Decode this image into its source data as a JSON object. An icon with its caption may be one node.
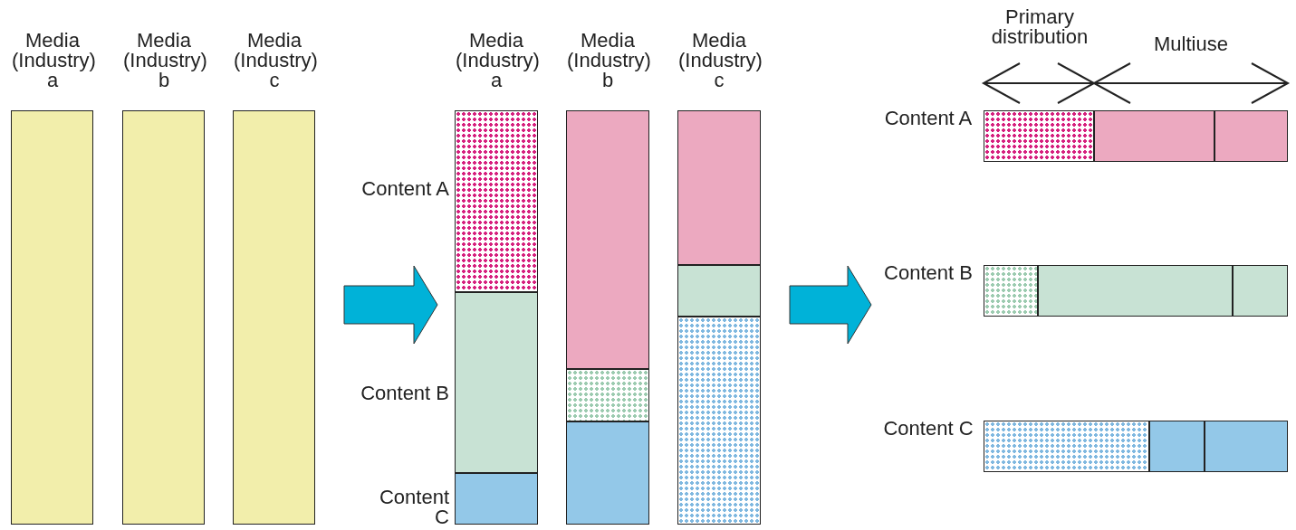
{
  "diagram": {
    "nodes": [
      {
        "text": [
          "Media (Industry) a"
        ]
      },
      {
        "text": [
          "Media (Industry) b"
        ]
      },
      {
        "text": [
          "Media (Industry) c"
        ]
      },
      {
        "text": [
          "Media (Industry) a"
        ]
      },
      {
        "text": [],
        "shape": "box",
        "in": 3
      },
      {
        "text": [],
        "shape": "box",
        "in": 3
      },
      {
        "text": [],
        "shape": "box",
        "in": 3
      },
      {
        "text": [
          "Media (Industry) b"
        ]
      },
      {
        "text": [],
        "shape": "box",
        "in": 7
      },
      {
        "text": [],
        "shape": "box",
        "in": 7
      },
      {
        "text": [],
        "shape": "box",
        "in": 7
      },
      {
        "text": [
          "Media (Industry) c"
        ]
      },
      {
        "text": [],
        "shape": "box",
        "in": 11
      },
      {
        "text": [],
        "shape": "box",
        "in": 11
      },
      {
        "text": [],
        "shape": "box",
        "in": 11
      },
      {
        "text": [
          "Content A"
        ]
      },
      {
        "text": [],
        "shape": "box",
        "in": 15
      },
      {
        "text": [],
        "shape": "box",
        "in": 15
      },
      {
        "text": [],
        "shape": "box",
        "in": 15
      },
      {
        "text": [
          "Content B"
        ]
      },
      {
        "text": [],
        "shape": "box",
        "in": 19
      },
      {
        "text": [],
        "shape": "box",
        "in": 19
      },
      {
        "text": [],
        "shape": "box",
        "in": 19
      },
      {
        "text": [
          "Content C"
        ]
      },
      {
        "text": [],
        "shape": "box",
        "in": 23
      },
      {
        "text": [],
        "shape": "box",
        "in": 23
      },
      {
        "text": [],
        "shape": "box",
        "in": 23
      }
    ],
    "edges": [
      {
        "from": 2,
        "to": 3,
        "arrow": "to"
      },
      {
        "from": 11,
        "to": 19,
        "arrow": "to"
      }
    ],
    "labels": [
      "Primary distribution",
      "Multiuse",
      "Content A",
      "Content B",
      "Content C"
    ]
  }
}
